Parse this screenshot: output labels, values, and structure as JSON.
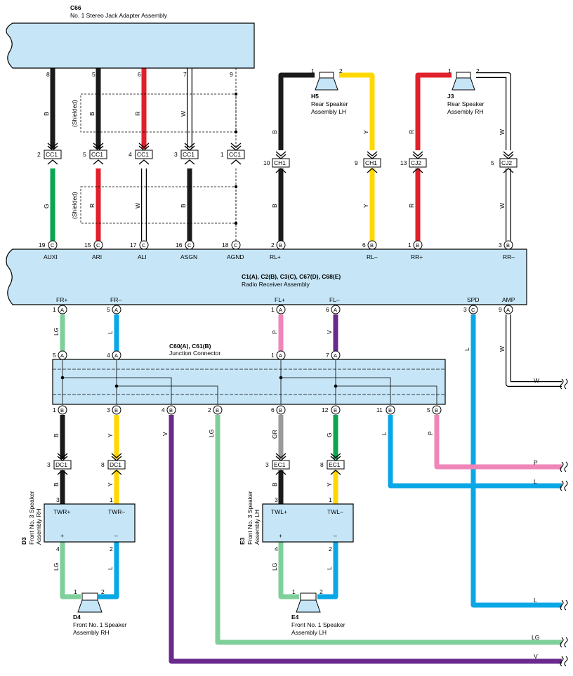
{
  "colors": {
    "B": "#1a1a1a",
    "R": "#e0202a",
    "G": "#0aa550",
    "W": "#ffffff",
    "Y": "#ffd800",
    "LG": "#7fcf9a",
    "L": "#0aa7e6",
    "P": "#ef86b8",
    "V": "#6a2a8c",
    "GR": "#9a9a9a",
    "box": "#c6e6f8"
  },
  "c66": {
    "code": "C66",
    "name": "No.  1 Stereo Jack Adapter Assembly"
  },
  "radio": {
    "code": "C1(A), C2(B), C3(C), C67(D), C68(E)",
    "name": "Radio Receiver Assembly"
  },
  "junction": {
    "code": "C60(A), C61(B)",
    "name": "Junction Connector"
  },
  "h5": {
    "code": "H5",
    "name1": "Rear Speaker",
    "name2": "Assembly LH"
  },
  "j3": {
    "code": "J3",
    "name1": "Rear Speaker",
    "name2": "Assembly RH"
  },
  "d3": {
    "code": "D3",
    "name1": "Front No.  3 Speaker",
    "name2": "Assembly RH",
    "pin_left": "TWR+",
    "pin_right": "TWR–"
  },
  "e3": {
    "code": "E3",
    "name1": "Front No.  3 Speaker",
    "name2": "Assembly LH",
    "pin_left": "TWL+",
    "pin_right": "TWL–"
  },
  "d4": {
    "code": "D4",
    "name1": "Front No.  1 Speaker",
    "name2": "Assembly RH"
  },
  "e4": {
    "code": "E4",
    "name1": "Front No.  1 Speaker",
    "name2": "Assembly LH"
  },
  "shielded": "(Shielded)",
  "plus": "+",
  "minus": "–",
  "connectors": {
    "cc1": "CC1",
    "ch1": "CH1",
    "cj2": "CJ2",
    "dc1": "DC1",
    "ec1": "EC1"
  },
  "radio_top_terms": [
    {
      "label": "AUXI",
      "pin": "19",
      "conn": "C"
    },
    {
      "label": "ARI",
      "pin": "15",
      "conn": "C"
    },
    {
      "label": "ALI",
      "pin": "17",
      "conn": "C"
    },
    {
      "label": "ASGN",
      "pin": "16",
      "conn": "C"
    },
    {
      "label": "AGND",
      "pin": "18",
      "conn": "C"
    },
    {
      "label": "RL+",
      "pin": "2",
      "conn": "B"
    },
    {
      "label": "RL–",
      "pin": "6",
      "conn": "B"
    },
    {
      "label": "RR+",
      "pin": "1",
      "conn": "B"
    },
    {
      "label": "RR–",
      "pin": "3",
      "conn": "B"
    }
  ],
  "radio_bottom_terms": [
    {
      "label": "FR+",
      "pin": "1",
      "conn": "A"
    },
    {
      "label": "FR–",
      "pin": "5",
      "conn": "A"
    },
    {
      "label": "FL+",
      "pin": "1",
      "conn": "A"
    },
    {
      "label": "FL–",
      "pin": "6",
      "conn": "A"
    },
    {
      "label": "SPD",
      "pin": "3",
      "conn": "C"
    },
    {
      "label": "AMP",
      "pin": "9",
      "conn": "A"
    }
  ],
  "c66_pins": [
    "8",
    "5",
    "6",
    "7",
    "9"
  ],
  "cc1_pins": [
    "2",
    "5",
    "4",
    "3",
    "1"
  ],
  "junction_top_pins": [
    {
      "pin": "5",
      "conn": "A"
    },
    {
      "pin": "4",
      "conn": "A"
    },
    {
      "pin": "1",
      "conn": "A"
    },
    {
      "pin": "7",
      "conn": "A"
    }
  ],
  "junction_bottom_pins": [
    {
      "pin": "1",
      "conn": "B"
    },
    {
      "pin": "3",
      "conn": "B"
    },
    {
      "pin": "4",
      "conn": "B"
    },
    {
      "pin": "2",
      "conn": "B"
    },
    {
      "pin": "6",
      "conn": "B"
    },
    {
      "pin": "12",
      "conn": "B"
    },
    {
      "pin": "11",
      "conn": "B"
    },
    {
      "pin": "5",
      "conn": "B"
    }
  ],
  "speaker_pins": {
    "p1": "1",
    "p2": "2",
    "p3": "3",
    "p4": "4",
    "p8": "8",
    "p9": "9",
    "p10": "10",
    "p13": "13",
    "p5": "5"
  },
  "wire_labels": {
    "B": "B",
    "R": "R",
    "W": "W",
    "G": "G",
    "Y": "Y",
    "LG": "LG",
    "L": "L",
    "P": "P",
    "V": "V",
    "GR": "GR"
  }
}
